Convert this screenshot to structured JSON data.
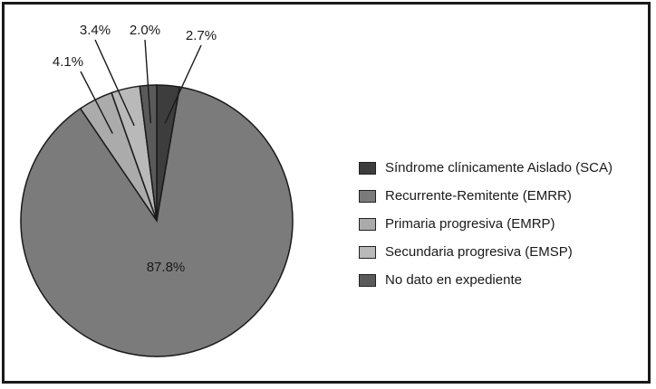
{
  "chart_data": {
    "type": "pie",
    "categories": [
      "Síndrome clínicamente Aislado (SCA)",
      "Recurrente-Remitente (EMRR)",
      "Primaria progresiva (EMRP)",
      "Secundaria progresiva (EMSP)",
      "No dato en expediente"
    ],
    "values": [
      2.7,
      87.8,
      4.1,
      3.4,
      2.0
    ],
    "data_labels": [
      "2.7%",
      "87.8%",
      "4.1%",
      "3.4%",
      "2.0%"
    ],
    "colors": [
      "#3d3d3d",
      "#7b7b7b",
      "#ababab",
      "#b9b9b9",
      "#5a5a5a"
    ],
    "legend_position": "right"
  }
}
